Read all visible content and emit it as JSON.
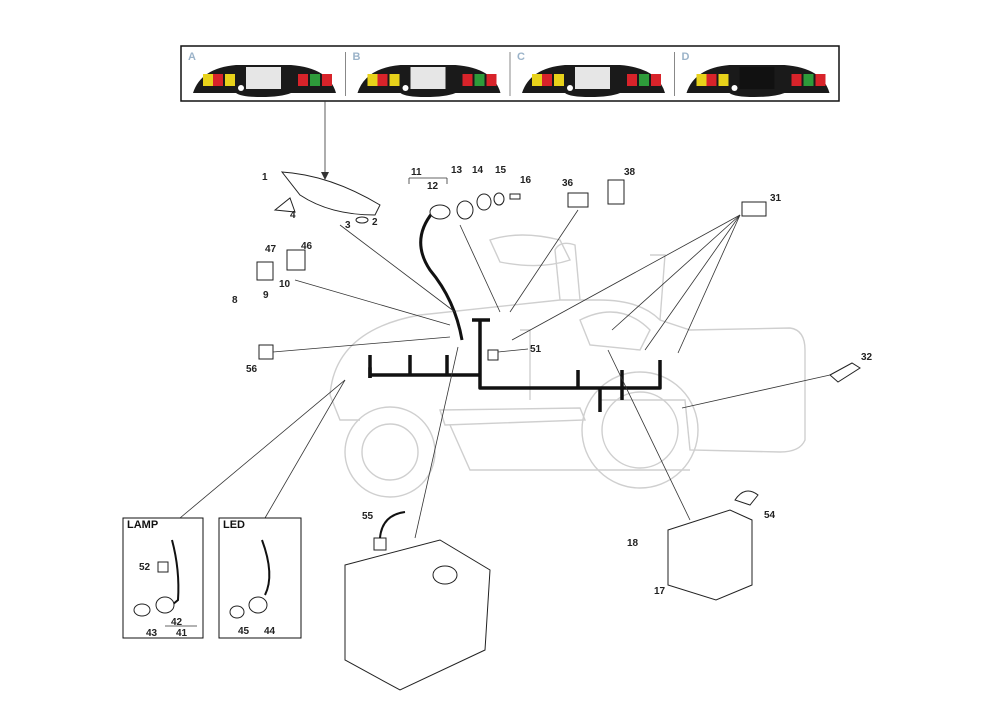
{
  "panel_variants": [
    "A",
    "B",
    "C",
    "D"
  ],
  "boxes": {
    "lamp_title": "LAMP",
    "led_title": "LED"
  },
  "callouts": [
    "1",
    "2",
    "3",
    "4",
    "8",
    "9",
    "10",
    "11",
    "12",
    "13",
    "14",
    "15",
    "16",
    "17",
    "18",
    "31",
    "32",
    "36",
    "38",
    "41",
    "42",
    "43",
    "44",
    "45",
    "46",
    "47",
    "51",
    "52",
    "54",
    "55",
    "56"
  ],
  "colors": {
    "panel_body": "#1a1a1a",
    "yellow": "#e8d21a",
    "red": "#d8232a",
    "green": "#2e9b3a",
    "ghost_outline": "#cfcfcf",
    "variant_letter": "#9bb3c9"
  }
}
